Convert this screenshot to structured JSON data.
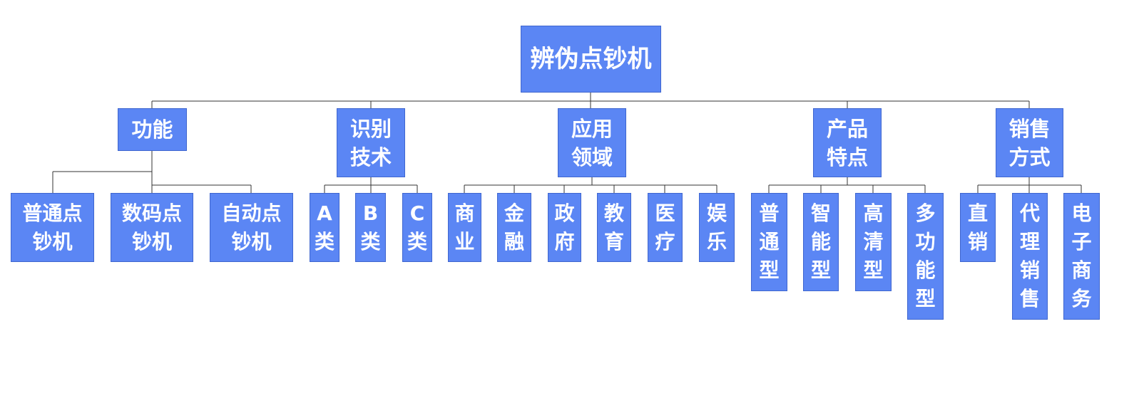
{
  "diagram": {
    "root": {
      "label": "辨伪点钞机"
    },
    "categories": [
      {
        "label": "功能",
        "children": [
          "普通点钞机",
          "数码点钞机",
          "自动点钞机"
        ]
      },
      {
        "label": "识别技术",
        "children": [
          "A类",
          "B类",
          "C类"
        ]
      },
      {
        "label": "应用领域",
        "children": [
          "商业",
          "金融",
          "政府",
          "教育",
          "医疗",
          "娱乐"
        ]
      },
      {
        "label": "产品特点",
        "children": [
          "普通型",
          "智能型",
          "高清型",
          "多功能型"
        ]
      },
      {
        "label": "销售方式",
        "children": [
          "直销",
          "代理销售",
          "电子商务"
        ]
      }
    ]
  },
  "colors": {
    "node_fill": "#5b86f4",
    "node_border": "#3f66cf",
    "node_text": "#ffffff",
    "connector": "#333333"
  }
}
